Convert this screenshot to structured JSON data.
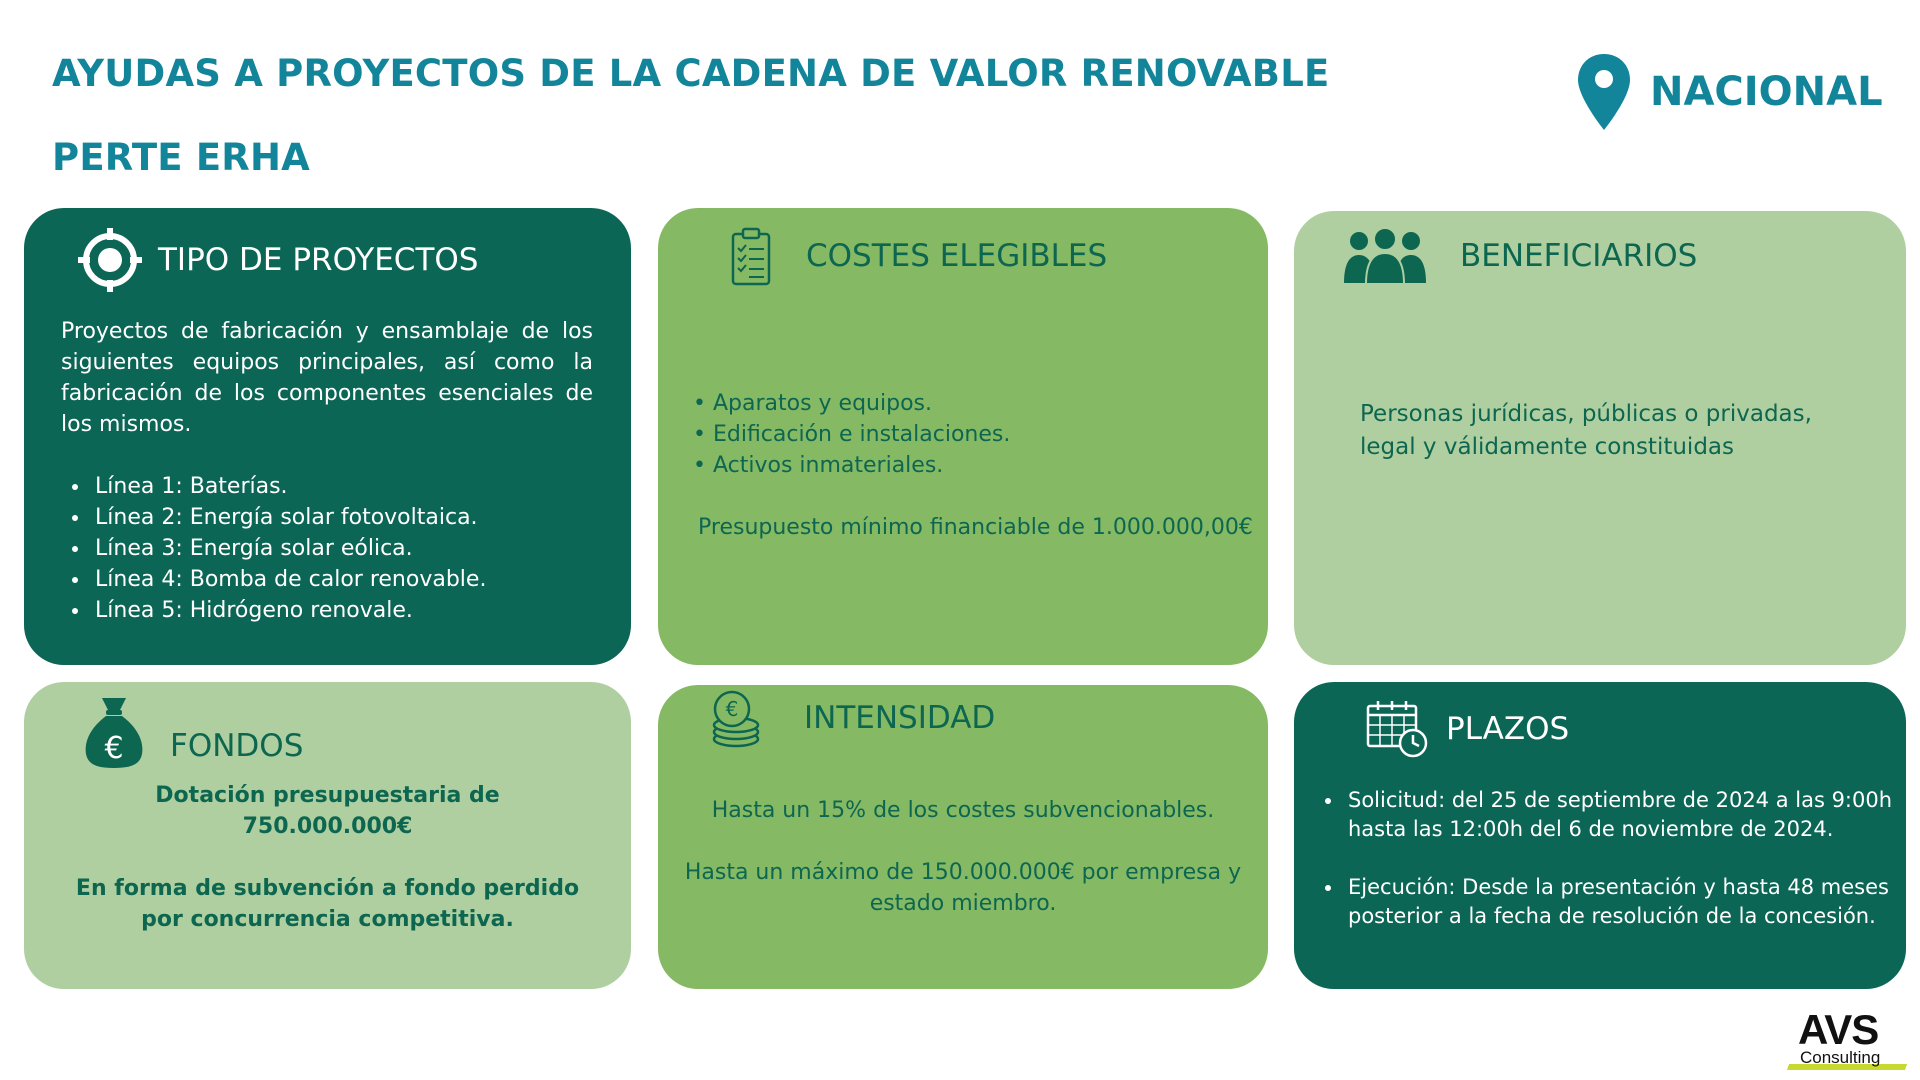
{
  "header": {
    "title": "AYUDAS A PROYECTOS DE LA CADENA DE VALOR RENOVABLE",
    "subtitle": "PERTE ERHA",
    "scope_label": "NACIONAL",
    "scope_icon": "location-pin-icon"
  },
  "colors": {
    "title": "#13859a",
    "card_dark": "#0b6655",
    "card_mid": "#86b964",
    "card_light": "#afcfa0",
    "accent_logo": "#c7d92f"
  },
  "cards": {
    "tipo": {
      "icon": "target-icon",
      "title": "TIPO DE PROYECTOS",
      "intro": "Proyectos de fabricación y ensamblaje de los siguientes equipos principales, así como la fabricación de los componentes esenciales de los mismos.",
      "items": [
        "Línea 1: Baterías.",
        "Línea 2: Energía solar fotovoltaica.",
        "Línea 3: Energía solar eólica.",
        "Línea 4: Bomba de calor renovable.",
        "Línea 5: Hidrógeno renovale."
      ]
    },
    "costes": {
      "icon": "clipboard-checklist-icon",
      "title": "COSTES ELEGIBLES",
      "items": [
        "• Aparatos y equipos.",
        "• Edificación e instalaciones.",
        "• Activos inmateriales."
      ],
      "note": "Presupuesto mínimo financiable de 1.000.000,00€"
    },
    "beneficiarios": {
      "icon": "people-group-icon",
      "title": "BENEFICIARIOS",
      "text": "Personas jurídicas, públicas o privadas, legal y válidamente constituidas"
    },
    "fondos": {
      "icon": "money-bag-euro-icon",
      "title": "FONDOS",
      "line1": "Dotación presupuestaria de",
      "line2": "750.000.000€",
      "line3": "En forma de subvención a fondo perdido por concurrencia competitiva."
    },
    "intensidad": {
      "icon": "euro-coins-icon",
      "title": "INTENSIDAD",
      "line1": "Hasta un 15% de los costes subvencionables.",
      "line2": "Hasta un máximo de 150.000.000€ por empresa y estado miembro."
    },
    "plazos": {
      "icon": "calendar-clock-icon",
      "title": "PLAZOS",
      "items": [
        "Solicitud: del 25 de septiembre de 2024 a las 9:00h hasta las 12:00h del 6 de noviembre de 2024.",
        "Ejecución: Desde la presentación y hasta 48 meses posterior a la fecha de resolución de la concesión."
      ]
    }
  },
  "logo": {
    "main": "AVS",
    "sub": "Consulting"
  }
}
